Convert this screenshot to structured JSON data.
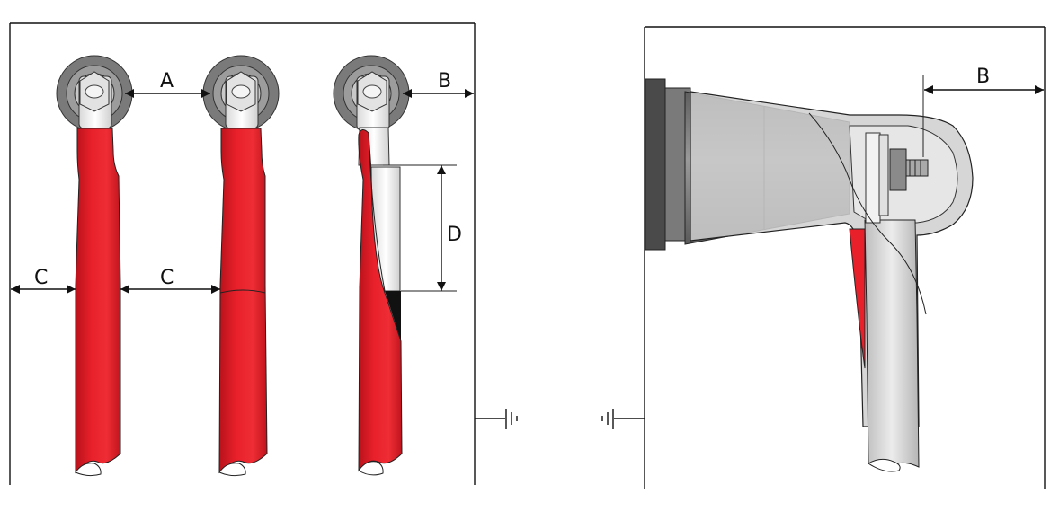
{
  "labels": {
    "A": "A",
    "B_left": "B",
    "C_left": "C",
    "C_mid": "C",
    "D": "D",
    "B_right": "B"
  },
  "colors": {
    "insulation_red": "#e8202a",
    "insulation_dark": "#b8121b",
    "terminal_gray": "#7a7a7a",
    "bushing_gray": "#6c6c6c",
    "light_gray": "#dcdcdc",
    "frame_line": "#111111"
  }
}
